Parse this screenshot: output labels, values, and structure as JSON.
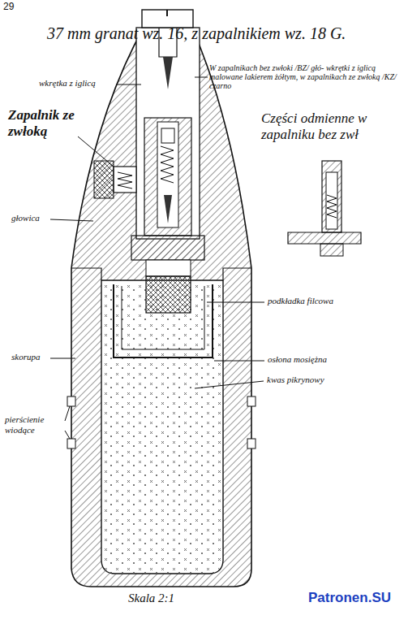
{
  "diagram": {
    "title": "37 mm granat wz. 16, z zapalnikiem wz. 18 G.",
    "caption": "Skala 2:1",
    "labels": [
      "29",
      "wkrętka z iglicą",
      "W zapalnikach bez zwłoki /BZ/ głó- wkrętki z iglicą malowane lakierem żółtym, w zapalnikach ze zwłoką /KZ/ czarno",
      "Zapalnik ze zwłoką",
      "Części odmienne w zapalniku bez zwł",
      "głowica",
      "podkładka filcowa",
      "skorupa",
      "osłona mosiężna",
      "kwas pikrynowy",
      "pierścienie wiodące",
      "Patronen.SU"
    ]
  }
}
